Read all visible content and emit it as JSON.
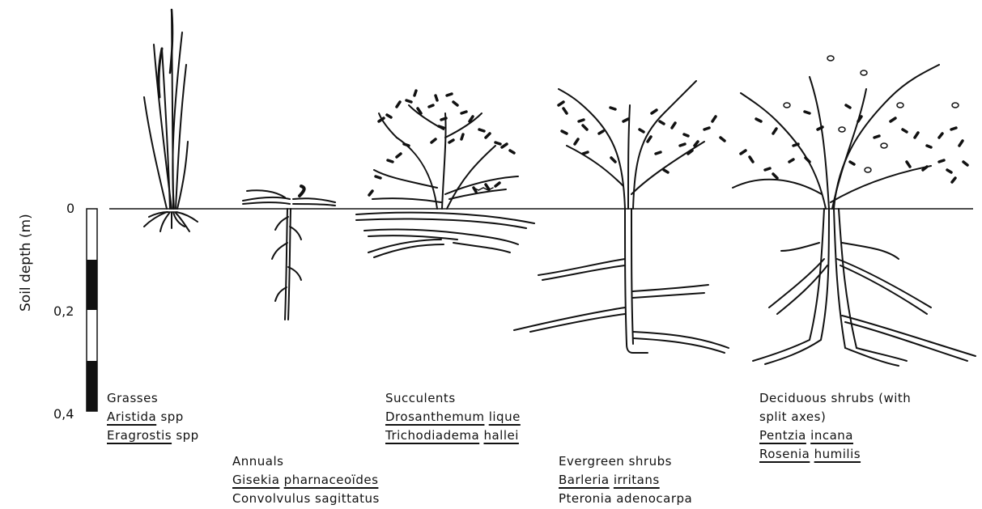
{
  "axis": {
    "label": "Soil depth (m)",
    "ticks": [
      "0",
      "0,2",
      "0,4"
    ]
  },
  "groups": [
    {
      "title": "Grasses",
      "lines": [
        [
          {
            "t": "Aristida",
            "u": true
          },
          {
            "t": " spp",
            "u": false
          }
        ],
        [
          {
            "t": "Eragrostis",
            "u": true
          },
          {
            "t": " spp",
            "u": false
          }
        ]
      ]
    },
    {
      "title": "Annuals",
      "lines": [
        [
          {
            "t": "Gisekia",
            "u": true
          },
          {
            "t": " ",
            "u": false
          },
          {
            "t": "pharnaceoïdes",
            "u": true
          }
        ],
        [
          {
            "t": "Convolvulus sagittatus",
            "u": false
          }
        ]
      ]
    },
    {
      "title": "Succulents",
      "lines": [
        [
          {
            "t": "Drosanthemum",
            "u": true
          },
          {
            "t": " ",
            "u": false
          },
          {
            "t": "lique",
            "u": true
          }
        ],
        [
          {
            "t": "Trichodiadema",
            "u": true
          },
          {
            "t": " ",
            "u": false
          },
          {
            "t": "hallei",
            "u": true
          }
        ]
      ]
    },
    {
      "title": "Evergreen shrubs",
      "lines": [
        [
          {
            "t": "Barleria",
            "u": true
          },
          {
            "t": " ",
            "u": false
          },
          {
            "t": "irritans",
            "u": true
          }
        ],
        [
          {
            "t": "Pteronia adenocarpa",
            "u": false
          }
        ]
      ]
    },
    {
      "title": "Deciduous shrubs (with",
      "lines": [
        [
          {
            "t": "split axes)",
            "u": false
          }
        ],
        [
          {
            "t": "Pentzia",
            "u": true
          },
          {
            "t": " ",
            "u": false
          },
          {
            "t": "incana",
            "u": true
          }
        ],
        [
          {
            "t": "Rosenia",
            "u": true
          },
          {
            "t": " ",
            "u": false
          },
          {
            "t": "humilis",
            "u": true
          }
        ]
      ]
    }
  ]
}
